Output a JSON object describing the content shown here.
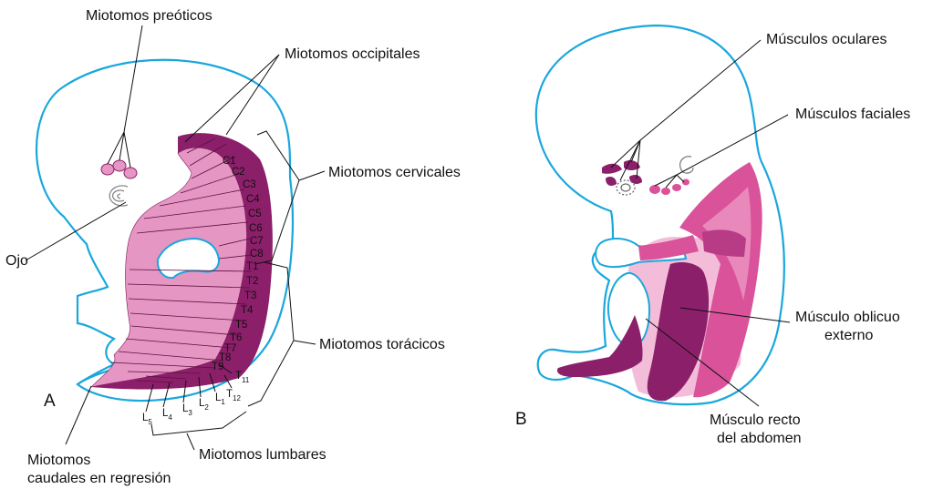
{
  "panels": {
    "a": {
      "letter": "A",
      "labels": {
        "preoticos": "Miotomos preóticos",
        "occipitales": "Miotomos occipitales",
        "cervicales": "Miotomos cervicales",
        "ojo": "Ojo",
        "toracicos": "Miotomos torácicos",
        "lumbares": "Miotomos lumbares",
        "caudales_1": "Miotomos",
        "caudales_2": "caudales en regresión"
      },
      "cervical_segments": [
        "C1",
        "C2",
        "C3",
        "C4",
        "C5",
        "C6",
        "C7",
        "C8"
      ],
      "thoracic_segments": [
        "T1",
        "T2",
        "T3",
        "T4",
        "T5",
        "T6",
        "T7",
        "T8",
        "T9"
      ],
      "t11": "T",
      "t11_sub": "11",
      "t12": "T",
      "t12_sub": "12",
      "lumbar_segments": [
        {
          "base": "L",
          "sub": "1"
        },
        {
          "base": "L",
          "sub": "2"
        },
        {
          "base": "L",
          "sub": "3"
        },
        {
          "base": "L",
          "sub": "4"
        },
        {
          "base": "L",
          "sub": "5"
        }
      ]
    },
    "b": {
      "letter": "B",
      "labels": {
        "oculares": "Músculos oculares",
        "faciales": "Músculos faciales",
        "oblicuo_1": "Músculo oblicuo",
        "oblicuo_2": "externo",
        "recto_1": "Músculo recto",
        "recto_2": "del abdomen"
      }
    }
  },
  "colors": {
    "outline": "#1aa7dc",
    "dark_myotome": "#8c1f6a",
    "light_myotome": "#e596c3",
    "medium_muscle": "#d9529a",
    "pale_muscle": "#f3bcd8"
  }
}
